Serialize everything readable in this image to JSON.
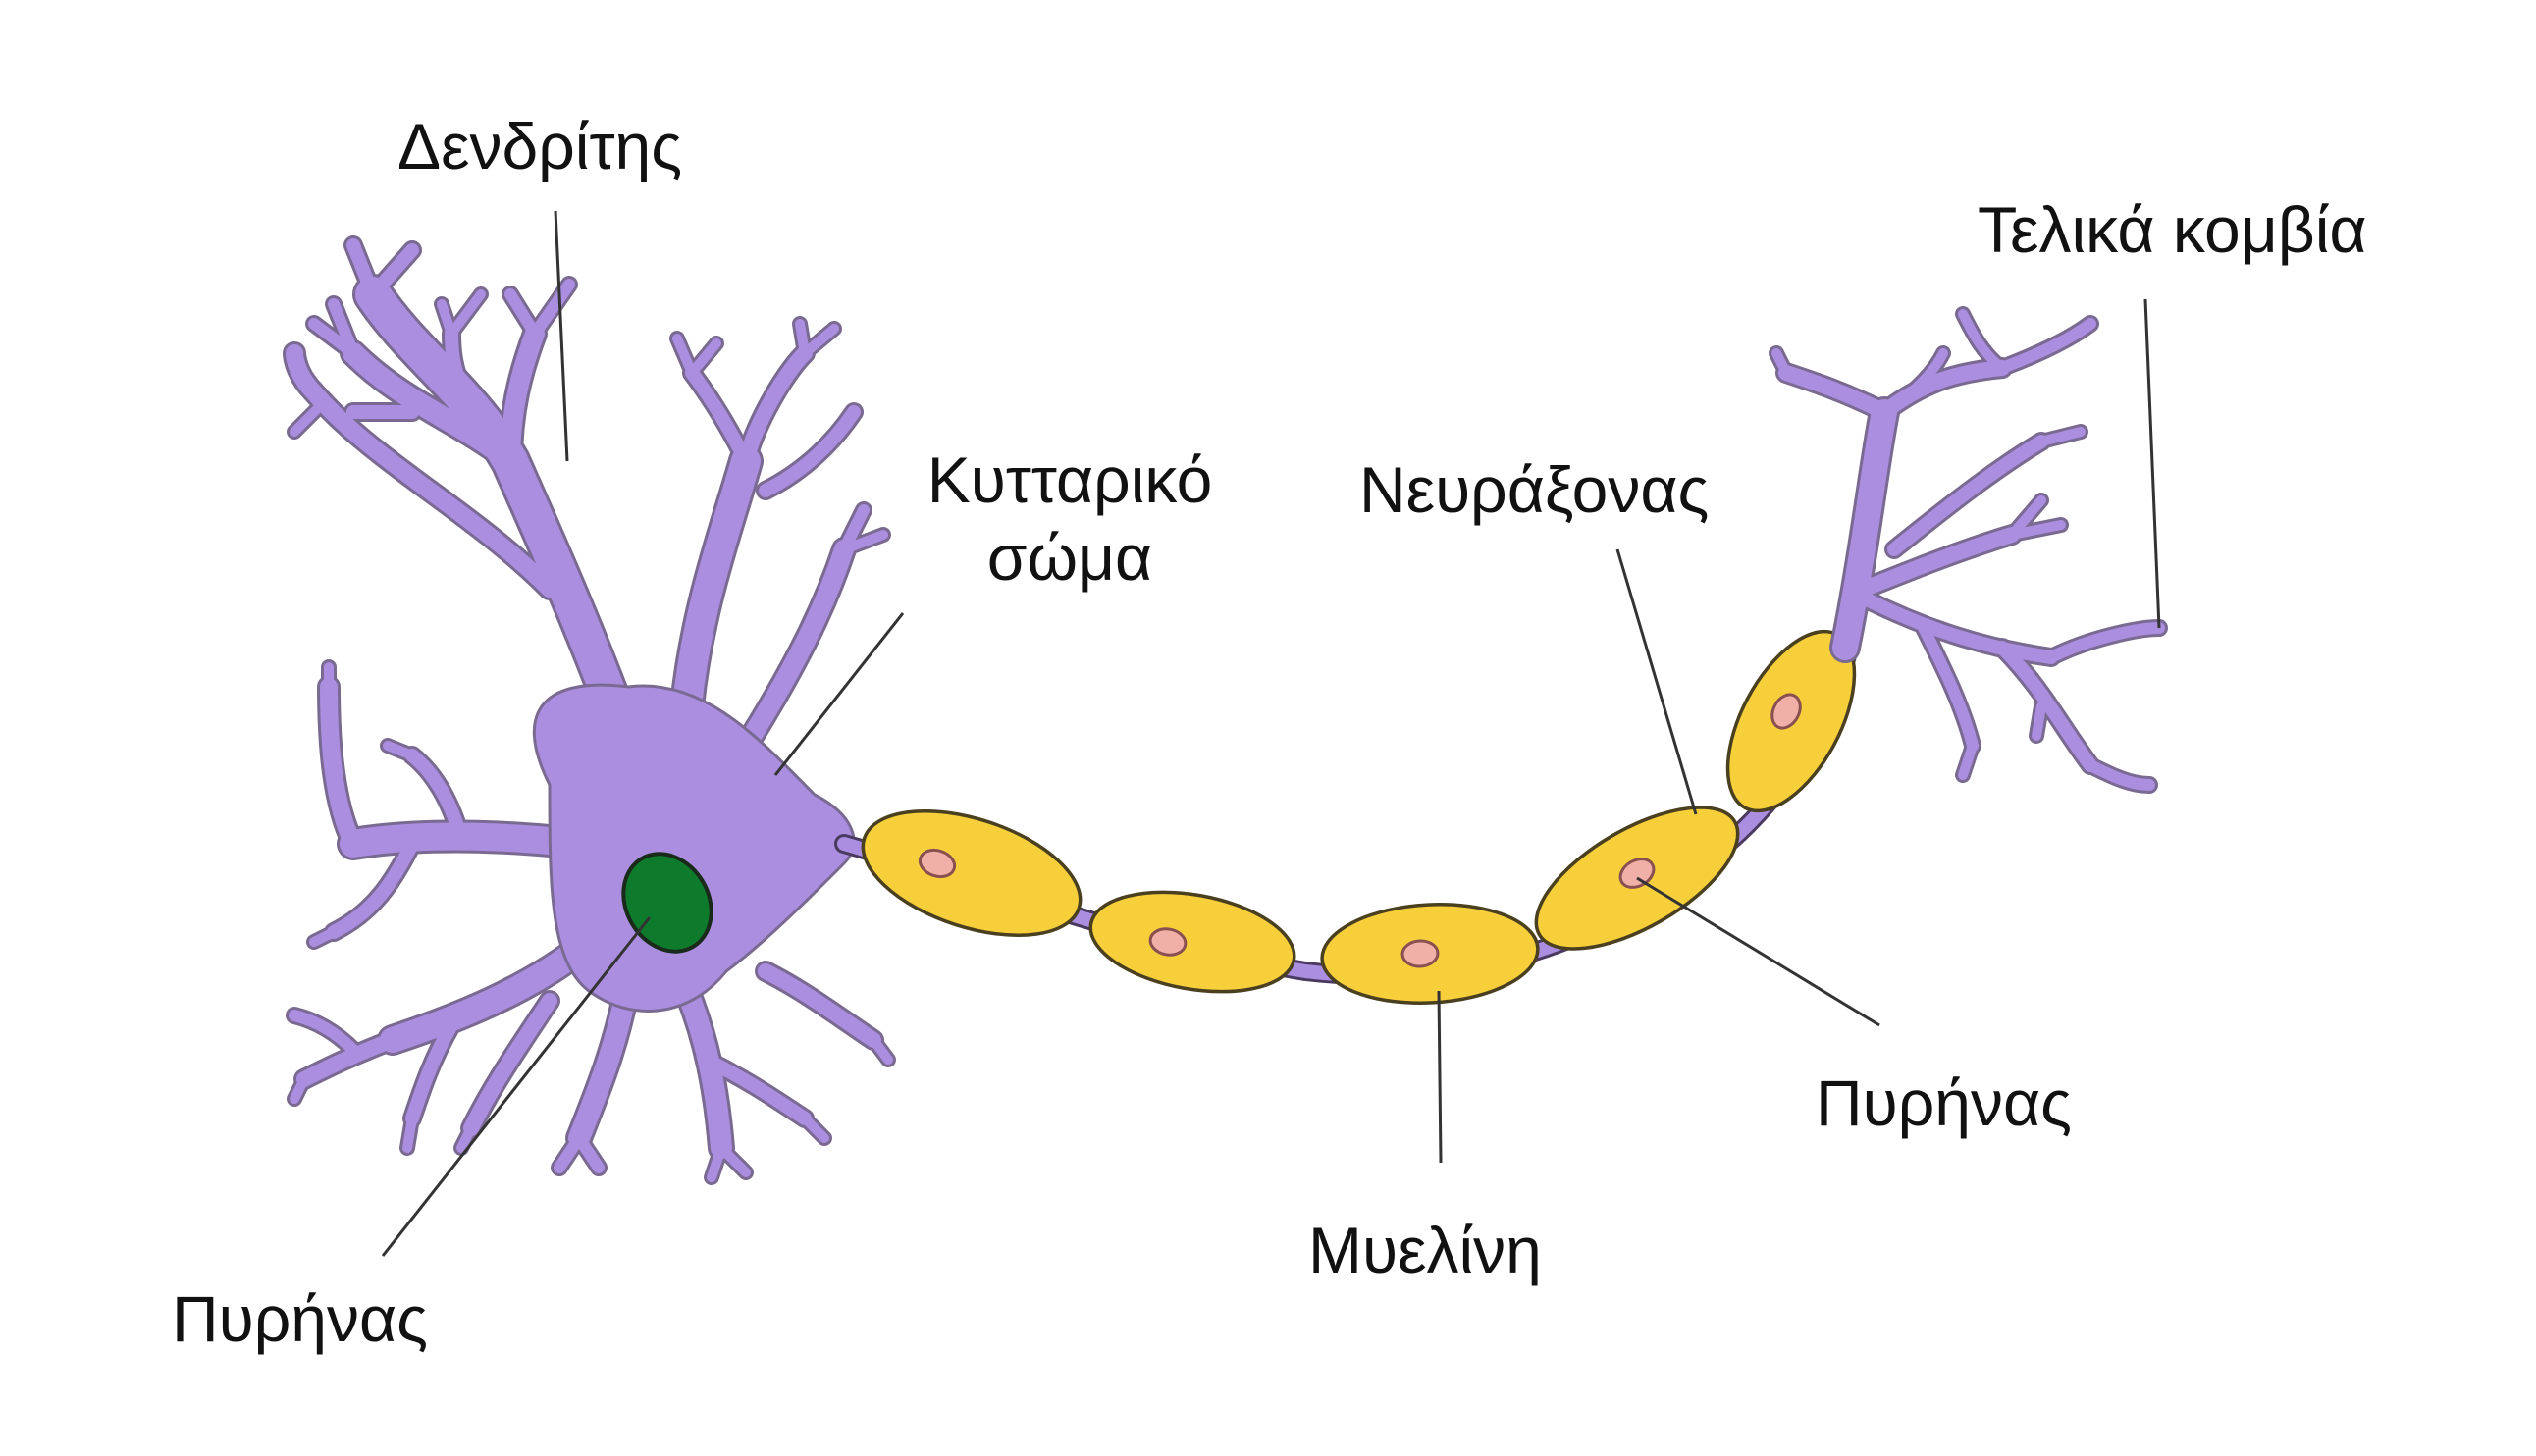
{
  "colors": {
    "soma": "#ab8ee0",
    "myelin": "#f6cf3a",
    "schwann_nucleus": "#f0b0a8",
    "nucleus": "#0e7a2c"
  },
  "labels": {
    "dendrite": "Δενδρίτης",
    "cell_body_line1": "Κυτταρικό",
    "cell_body_line2": "σώμα",
    "axon": "Νευράξονας",
    "terminal_buttons": "Τελικά κομβία",
    "nucleus_soma": "Πυρήνας",
    "myelin": "Μυελίνη",
    "nucleus_schwann": "Πυρήνας"
  }
}
